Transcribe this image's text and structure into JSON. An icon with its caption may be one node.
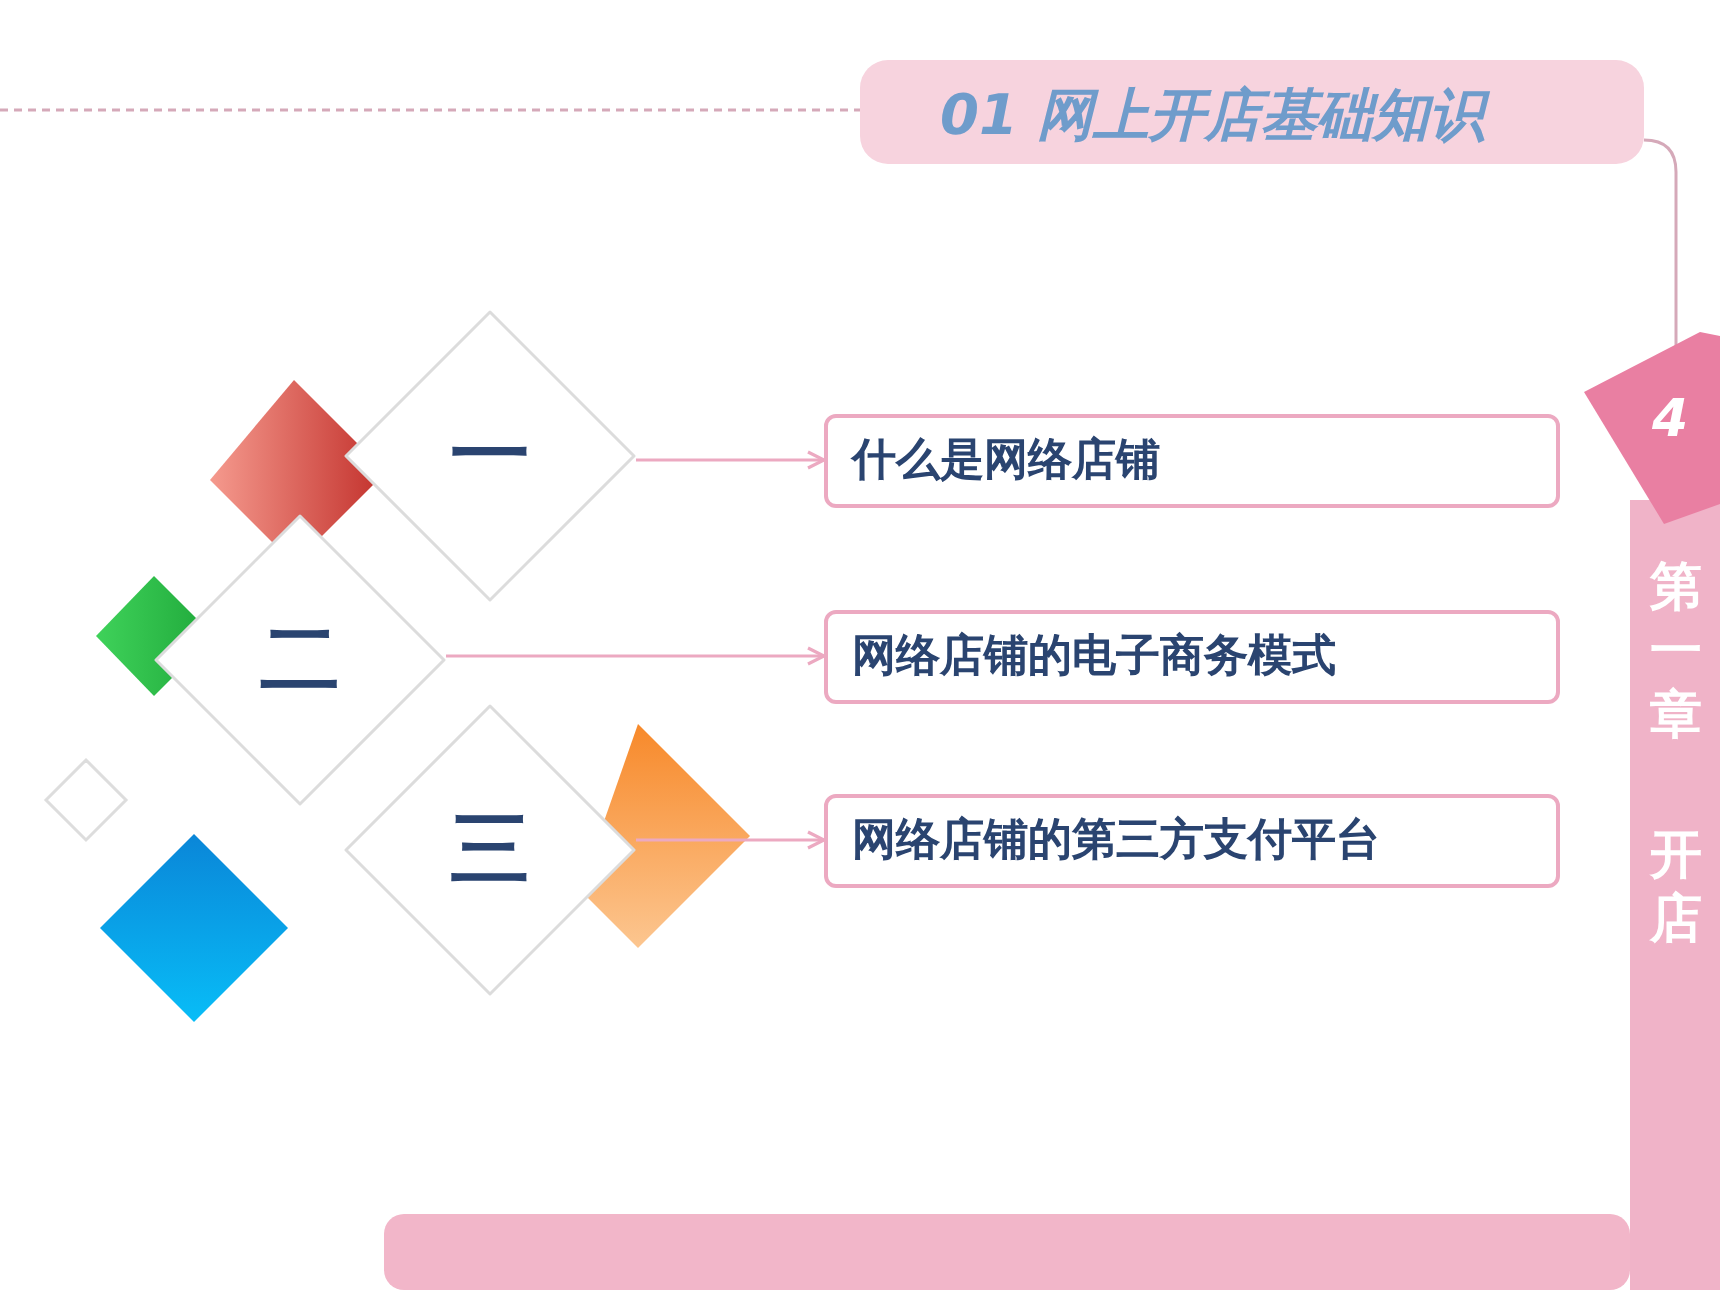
{
  "diagram": {
    "title": "01 网上开店基础知识",
    "nodes": [
      {
        "text": [
          "一"
        ]
      },
      {
        "text": [
          "二"
        ]
      },
      {
        "text": [
          "三"
        ]
      },
      {
        "text": [
          "什么是网络店铺"
        ]
      },
      {
        "text": [
          "网络店铺的电子商务模式"
        ]
      },
      {
        "text": [
          "网络店铺的第三方支付平台"
        ]
      }
    ],
    "edges": [
      {
        "from": 0,
        "to": 3,
        "arrow": "to"
      },
      {
        "from": 1,
        "to": 4,
        "arrow": "to"
      },
      {
        "from": 2,
        "to": 5,
        "arrow": "to"
      }
    ],
    "labels": [
      "4",
      "第一章",
      "开店"
    ]
  }
}
